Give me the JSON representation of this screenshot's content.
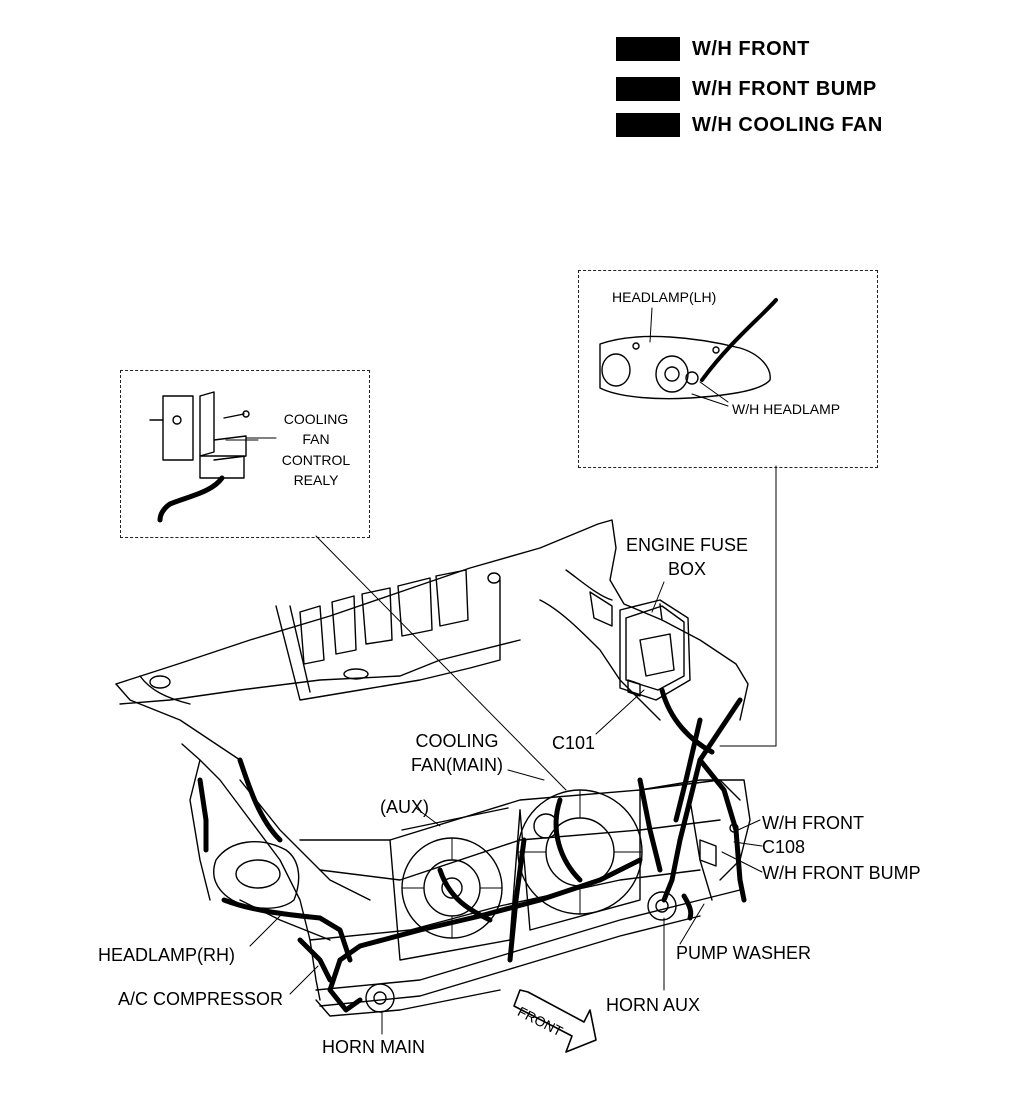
{
  "legend": [
    {
      "label": "W/H FRONT"
    },
    {
      "label": "W/H FRONT BUMP"
    },
    {
      "label": "W/H COOLING FAN"
    }
  ],
  "inset_relay": {
    "label_lines": [
      "COOLING",
      "FAN",
      "CONTROL",
      "REALY"
    ]
  },
  "inset_headlamp": {
    "top_label": "HEADLAMP(LH)",
    "bottom_label": "W/H HEADLAMP"
  },
  "callouts": {
    "engine_fuse_box": [
      "ENGINE FUSE",
      "BOX"
    ],
    "c101": "C101",
    "cooling_fan_main": [
      "COOLING",
      "FAN(MAIN)"
    ],
    "aux": "(AUX)",
    "wh_front": "W/H FRONT",
    "c108": "C108",
    "wh_front_bump": "W/H FRONT BUMP",
    "headlamp_rh": "HEADLAMP(RH)",
    "pump_washer": "PUMP WASHER",
    "ac_compressor": "A/C COMPRESSOR",
    "horn_aux": "HORN AUX",
    "horn_main": "HORN MAIN",
    "front_arrow": "FRONT"
  }
}
